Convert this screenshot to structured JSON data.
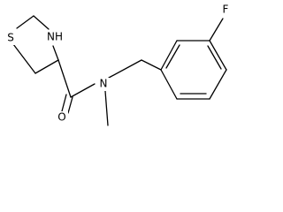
{
  "structure": {
    "atoms": {
      "sulfur": "S",
      "amine_nitrogen": "NH",
      "amide_oxygen": "O",
      "amide_nitrogen": "N",
      "fluorine": "F"
    }
  }
}
